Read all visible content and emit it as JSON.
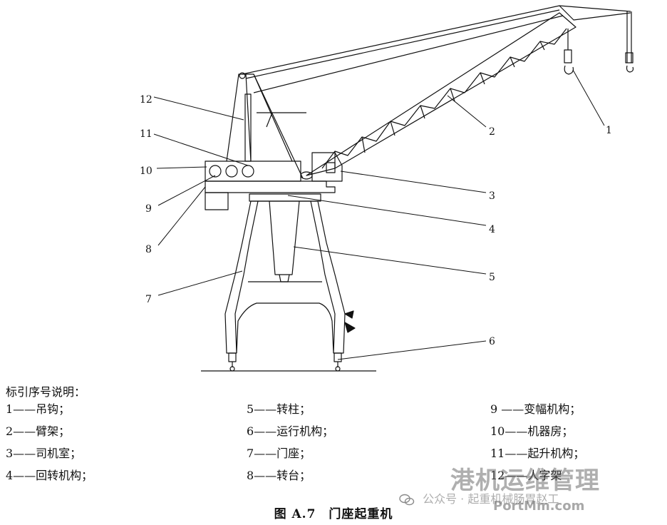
{
  "callouts": [
    "1",
    "2",
    "3",
    "4",
    "5",
    "6",
    "7",
    "8",
    "9",
    "10",
    "11",
    "12"
  ],
  "legend": {
    "title": "标引序号说明：",
    "items": [
      "1——吊钩；",
      "2——臂架；",
      "3——司机室；",
      "4——回转机构；",
      "5——转柱；",
      "6——运行机构；",
      "7——门座；",
      "8——转台；",
      "9 ——变幅机构；",
      "10——机器房；",
      "11——起升机构；",
      "12——人字架"
    ]
  },
  "caption": "图 A.7　门座起重机",
  "watermark": {
    "title": "港机运维管理",
    "line": "公众号 · 起重机械肠胃赵工",
    "url": "PortMm.com",
    "icon": "wechat-icon"
  },
  "colors": {
    "ink": "#111111",
    "watermark": "#6e6e6e"
  }
}
